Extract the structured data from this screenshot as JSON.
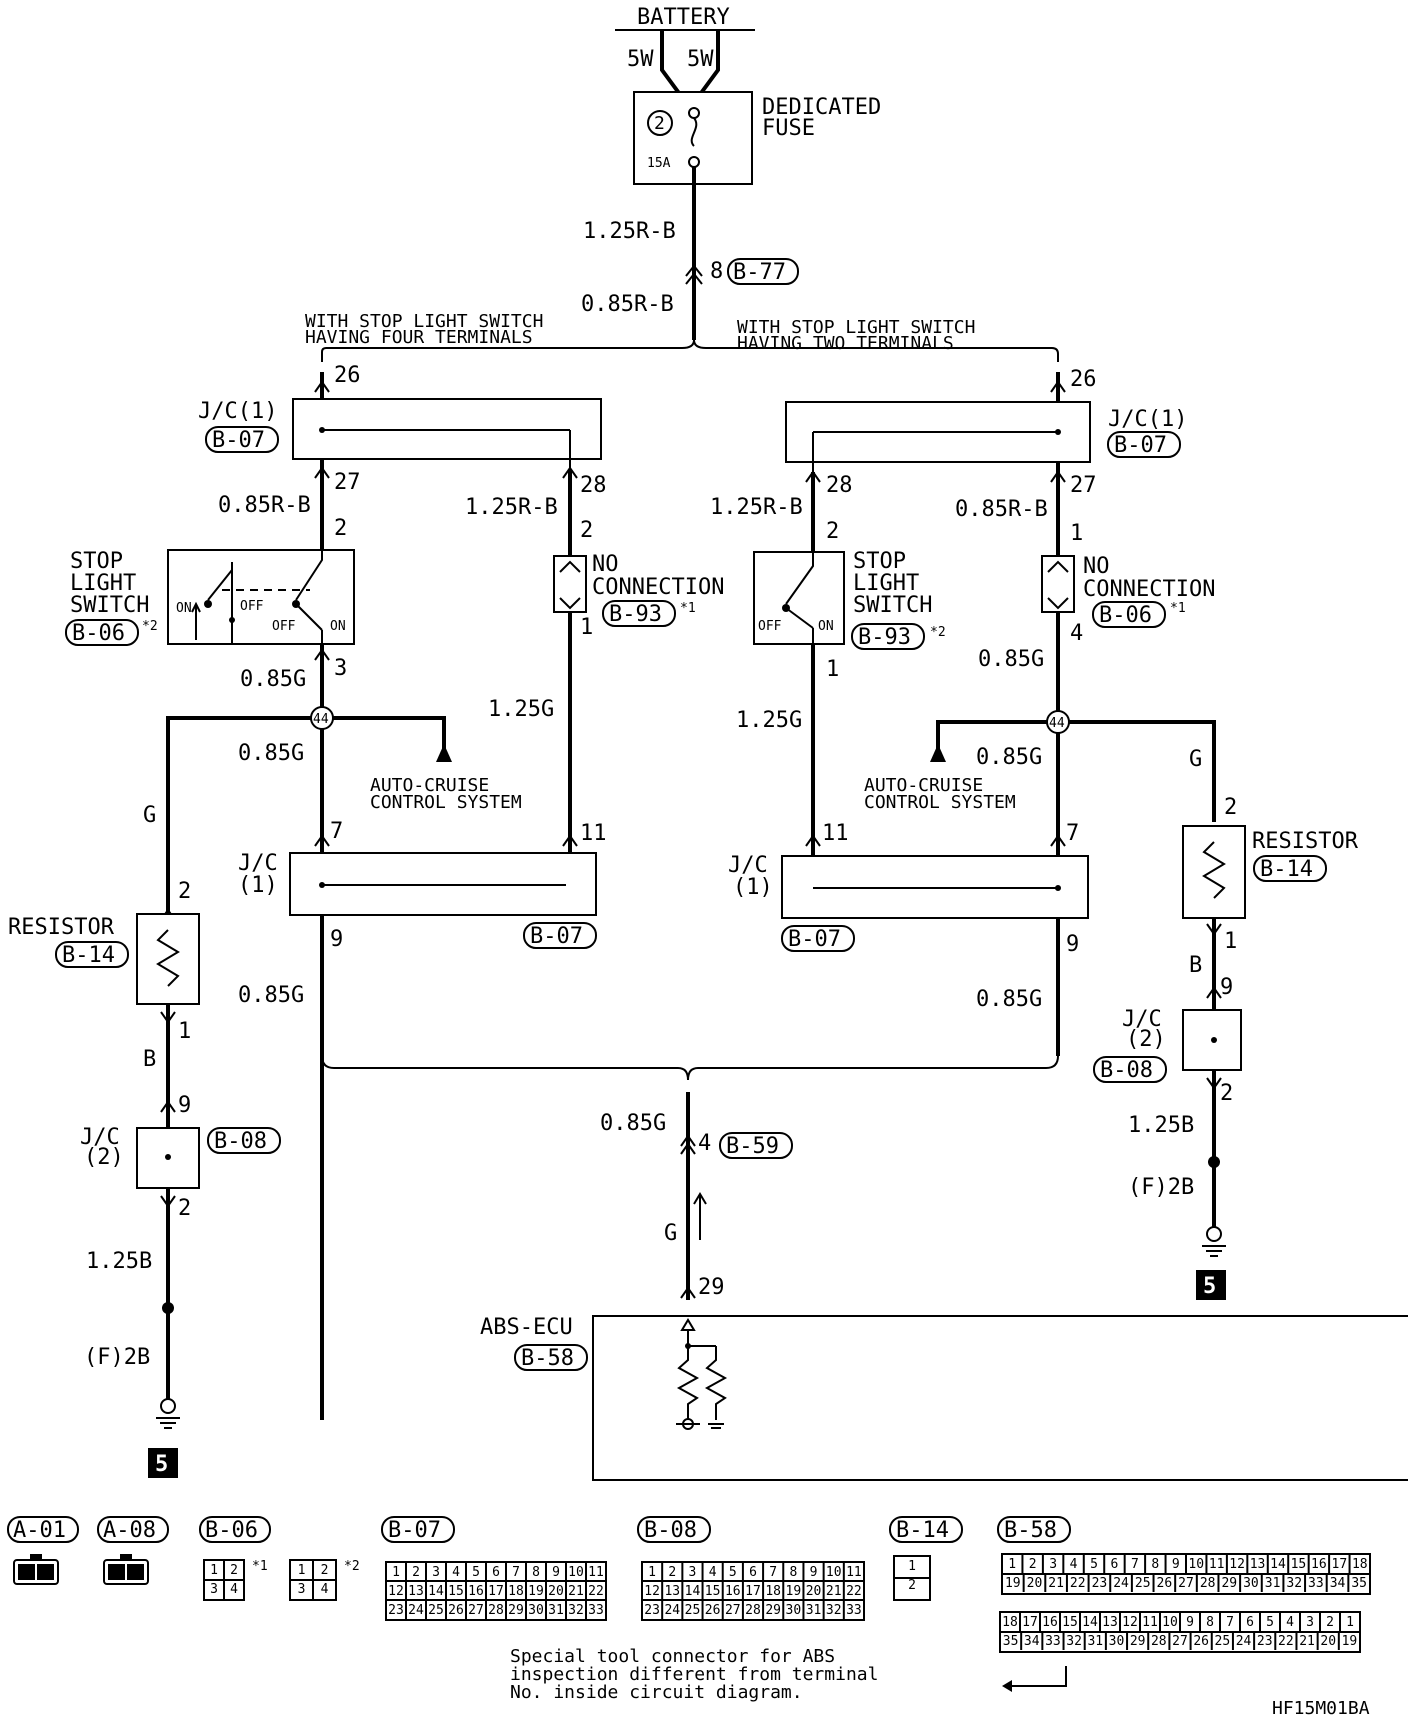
{
  "battery": {
    "label": "BATTERY",
    "left_fusible": "5W",
    "right_fusible": "5W"
  },
  "fuse": {
    "number": "2",
    "rating": "15A",
    "label_line1": "DEDICATED",
    "label_line2": "FUSE"
  },
  "trunk": {
    "wire_top": "1.25R-B",
    "connector_pin": "8",
    "connector": "B-77",
    "wire_bottom": "0.85R-B"
  },
  "variants": {
    "left_line1": "WITH STOP LIGHT SWITCH",
    "left_line2": "HAVING FOUR TERMINALS",
    "right_line1": "WITH STOP LIGHT SWITCH",
    "right_line2": "HAVING TWO TERMINALS"
  },
  "left": {
    "pin_in": "26",
    "jc_label": "J/C(1)",
    "jc_conn": "B-07",
    "pin_27": "27",
    "pin_28": "28",
    "wire_a": "0.85R-B",
    "wire_b": "1.25R-B",
    "sw_pin_2": "2",
    "nc_pin_2": "2",
    "nc_pin_1": "1",
    "sw_pin_3": "3",
    "switch_line1": "STOP",
    "switch_line2": "LIGHT",
    "switch_line3": "SWITCH",
    "switch_conn": "B-06",
    "switch_note": "*2",
    "switch_on": "ON",
    "switch_off": "OFF",
    "switch_off2": "OFF",
    "switch_on2": "ON",
    "nc_line1": "NO",
    "nc_line2": "CONNECTION",
    "nc_conn": "B-93",
    "nc_note": "*1",
    "wire_sw_out": "0.85G",
    "wire_nc_out": "1.25G",
    "junction": "44",
    "wire_g1": "0.85G",
    "wire_g2": "G",
    "acc_line1": "AUTO-CRUISE",
    "acc_line2": "CONTROL SYSTEM",
    "pin_7": "7",
    "pin_11": "11",
    "jc2_label_a": "J/C",
    "jc2_label_b": "(1)",
    "jc2_conn": "B-07",
    "pin_9": "9",
    "wire_out": "0.85G",
    "res_pin_2": "2",
    "res_label": "RESISTOR",
    "res_conn": "B-14",
    "res_pin_1": "1",
    "wire_b2": "B",
    "jcb_pin_9": "9",
    "jcb_label_a": "J/C",
    "jcb_label_b": "(2)",
    "jcb_conn": "B-08",
    "jcb_pin_2": "2",
    "wire_ground": "1.25B",
    "ground_label": "(F)2B",
    "ground_ref": "5"
  },
  "right": {
    "pin_in": "26",
    "jc_label": "J/C(1)",
    "jc_conn": "B-07",
    "pin_28": "28",
    "pin_27": "27",
    "wire_a": "1.25R-B",
    "wire_b": "0.85R-B",
    "sw_pin_2": "2",
    "nc_pin_1": "1",
    "sw_pin_1": "1",
    "nc_pin_4": "4",
    "switch_line1": "STOP",
    "switch_line2": "LIGHT",
    "switch_line3": "SWITCH",
    "switch_conn": "B-93",
    "switch_note": "*2",
    "switch_off": "OFF",
    "switch_on": "ON",
    "nc_line1": "NO",
    "nc_line2": "CONNECTION",
    "nc_conn": "B-06",
    "nc_note": "*1",
    "wire_sw_out": "1.25G",
    "wire_nc_out": "0.85G",
    "junction": "44",
    "wire_g1": "0.85G",
    "wire_g2": "G",
    "acc_line1": "AUTO-CRUISE",
    "acc_line2": "CONTROL SYSTEM",
    "pin_11": "11",
    "pin_7": "7",
    "jc2_label_a": "J/C",
    "jc2_label_b": "(1)",
    "jc2_conn": "B-07",
    "pin_9": "9",
    "wire_out": "0.85G",
    "res_pin_2": "2",
    "res_label": "RESISTOR",
    "res_conn": "B-14",
    "res_pin_1": "1",
    "wire_b2": "B",
    "jcb_pin_9": "9",
    "jcb_label_a": "J/C",
    "jcb_label_b": "(2)",
    "jcb_conn": "B-08",
    "jcb_pin_2": "2",
    "wire_ground": "1.25B",
    "ground_label": "(F)2B",
    "ground_ref": "5"
  },
  "merge": {
    "wire": "0.85G",
    "pin": "4",
    "connector": "B-59",
    "wire2": "G",
    "ecu_pin": "29"
  },
  "ecu": {
    "label": "ABS-ECU",
    "connector": "B-58"
  },
  "legend": {
    "a01": "A-01",
    "a08": "A-08",
    "b06": "B-06",
    "b07": "B-07",
    "b08": "B-08",
    "b14": "B-14",
    "b58": "B-58",
    "note1": "*1",
    "note2": "*2"
  },
  "footnote": {
    "line1": "Special tool connector for ABS",
    "line2": "inspection different from terminal",
    "line3": "No. inside circuit diagram."
  },
  "code": "HF15M01BA"
}
